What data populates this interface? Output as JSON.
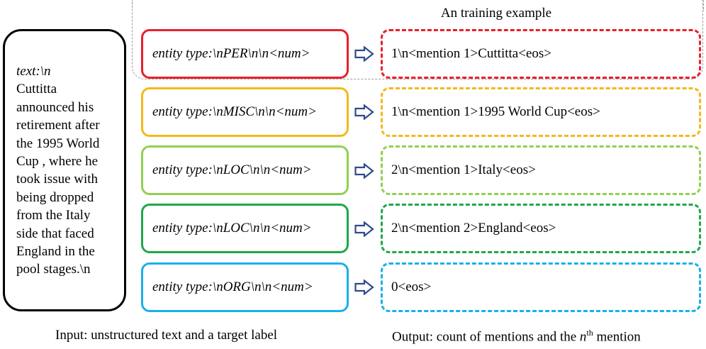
{
  "example_title": "An training example",
  "input_text": {
    "label": "text:\\n",
    "lines": [
      "Cuttitta",
      "announced his",
      "retirement after",
      "the 1995 World",
      "Cup , where he",
      "took issue with",
      "being dropped",
      "from the Italy",
      "side that faced",
      "England in the",
      "pool stages.\\n"
    ]
  },
  "rows": [
    {
      "input": "entity type:\\nPER\\n\\n<num>",
      "output": "1\\n<mention 1>Cuttitta<eos>",
      "color": "#e8202a"
    },
    {
      "input": "entity type:\\nMISC\\n\\n<num>",
      "output": "1\\n<mention 1>1995 World Cup<eos>",
      "color": "#f5b81c"
    },
    {
      "input": "entity type:\\nLOC\\n\\n<num>",
      "output": "2\\n<mention 1>Italy<eos>",
      "color": "#92d050"
    },
    {
      "input": "entity type:\\nLOC\\n\\n<num>",
      "output": "2\\n<mention 2>England<eos>",
      "color": "#1ea84a"
    },
    {
      "input": "entity type:\\nORG\\n\\n<num>",
      "output": "0<eos>",
      "color": "#1ab0e8"
    }
  ],
  "arrow_color": "#2f4b8a",
  "captions": {
    "input": "Input: unstructured text and a target label",
    "output_prefix": "Output: count of mentions and the ",
    "output_var": "n",
    "output_sup": "th",
    "output_suffix": " mention"
  }
}
